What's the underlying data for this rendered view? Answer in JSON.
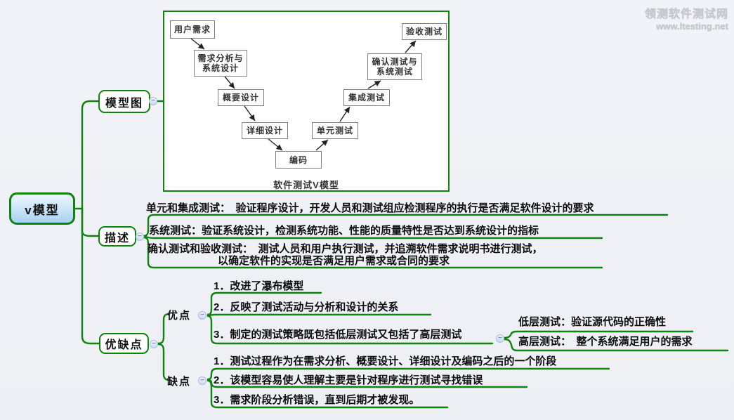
{
  "watermark": {
    "line1": "领测软件测试网",
    "line2": "www.ltesting.net"
  },
  "icons": {
    "collapse": "−"
  },
  "colors": {
    "branch_green": "#108210",
    "root_fill": "#a9d2f2",
    "background": "#eef0f5"
  },
  "root": {
    "label": "v模型"
  },
  "branches": {
    "model_diagram": {
      "label": "模型图"
    },
    "description": {
      "label": "描述",
      "items": [
        "单元和集成测试：　验证程序设计，开发人员和测试组应检测程序的执行是否满足软件设计的要求",
        "系统测试：验证系统设计，检测系统功能、性能的质量特性是否达到系统设计的指标",
        "确认测试和验收测试：　测试人员和用户执行测试，并追溯软件需求说明书进行测试，",
        "以确定软件的实现是否满足用户需求或合同的要求"
      ]
    },
    "pros_cons": {
      "label": "优缺点",
      "pros": {
        "label": "优点",
        "items": [
          "1．改进了瀑布模型",
          "2．反映了测试活动与分析和设计的关系",
          "3．制定的测试策略既包括低层测试又包括了高层测试"
        ],
        "sub_items": [
          "低层测试：验证源代码的正确性",
          "高层测试：　整个系统满足用户的需求"
        ]
      },
      "cons": {
        "label": "缺点",
        "items": [
          "1．测试过程作为在需求分析、概要设计、详细设计及编码之后的一个阶段",
          "2．该模型容易使人理解主要是针对程序进行测试寻找错误",
          "3．需求阶段分析错误，直到后期才被发现。"
        ]
      }
    }
  },
  "diagram": {
    "caption": "软件测试V模型",
    "boxes": [
      "用户需求",
      "需求分析与\n系统设计",
      "概要设计",
      "详细设计",
      "编码",
      "单元测试",
      "集成测试",
      "确认测试与\n系统测试",
      "验收测试"
    ]
  }
}
